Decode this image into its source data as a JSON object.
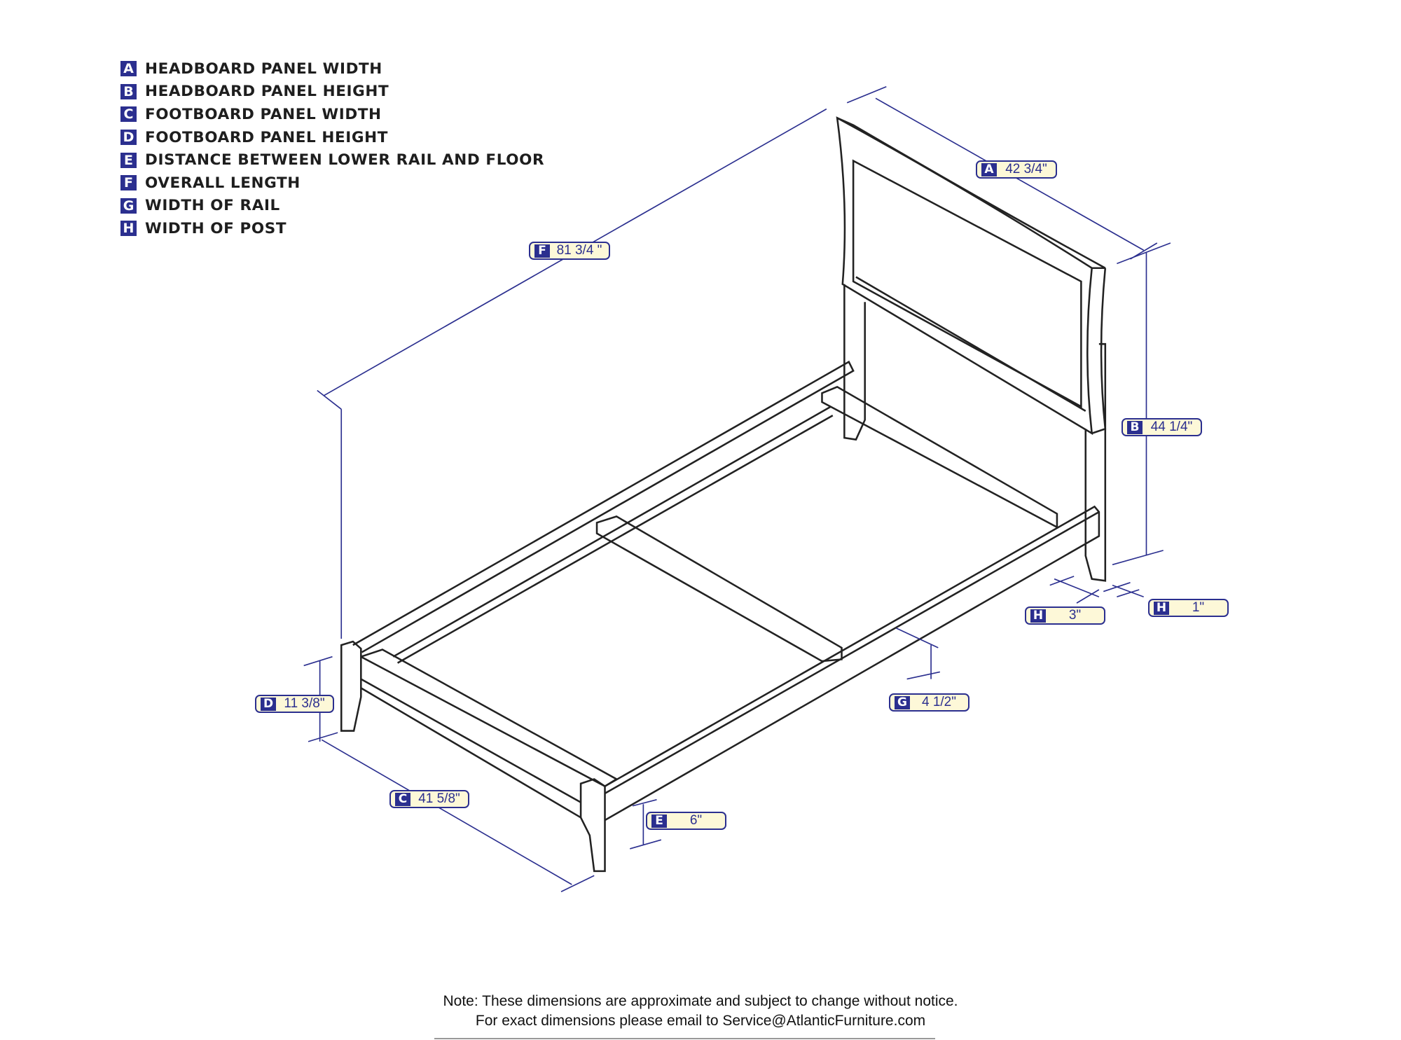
{
  "legend": [
    {
      "letter": "A",
      "text": "HEADBOARD PANEL WIDTH"
    },
    {
      "letter": "B",
      "text": "HEADBOARD PANEL HEIGHT"
    },
    {
      "letter": "C",
      "text": "FOOTBOARD PANEL WIDTH"
    },
    {
      "letter": "D",
      "text": "FOOTBOARD PANEL HEIGHT"
    },
    {
      "letter": "E",
      "text": "DISTANCE BETWEEN LOWER RAIL AND FLOOR"
    },
    {
      "letter": "F",
      "text": "OVERALL LENGTH"
    },
    {
      "letter": "G",
      "text": "WIDTH OF RAIL"
    },
    {
      "letter": "H",
      "text": "WIDTH OF POST"
    }
  ],
  "dimensions": {
    "A": {
      "letter": "A",
      "value": "42 3/4\""
    },
    "B": {
      "letter": "B",
      "value": "44 1/4\""
    },
    "C": {
      "letter": "C",
      "value": "41 5/8\""
    },
    "D": {
      "letter": "D",
      "value": "11 3/8\""
    },
    "E": {
      "letter": "E",
      "value": "6\""
    },
    "F": {
      "letter": "F",
      "value": "81 3/4 \""
    },
    "G": {
      "letter": "G",
      "value": "4 1/2\""
    },
    "H1": {
      "letter": "H",
      "value": "3\""
    },
    "H2": {
      "letter": "H",
      "value": "1\""
    }
  },
  "note": {
    "line1": "Note:  These dimensions are approximate and subject to change without notice.",
    "line2": "For exact dimensions please email to Service@AtlanticFurniture.com"
  },
  "colors": {
    "accent": "#2b2f8f",
    "label_bg": "#fdf8d8",
    "line": "#222222"
  }
}
